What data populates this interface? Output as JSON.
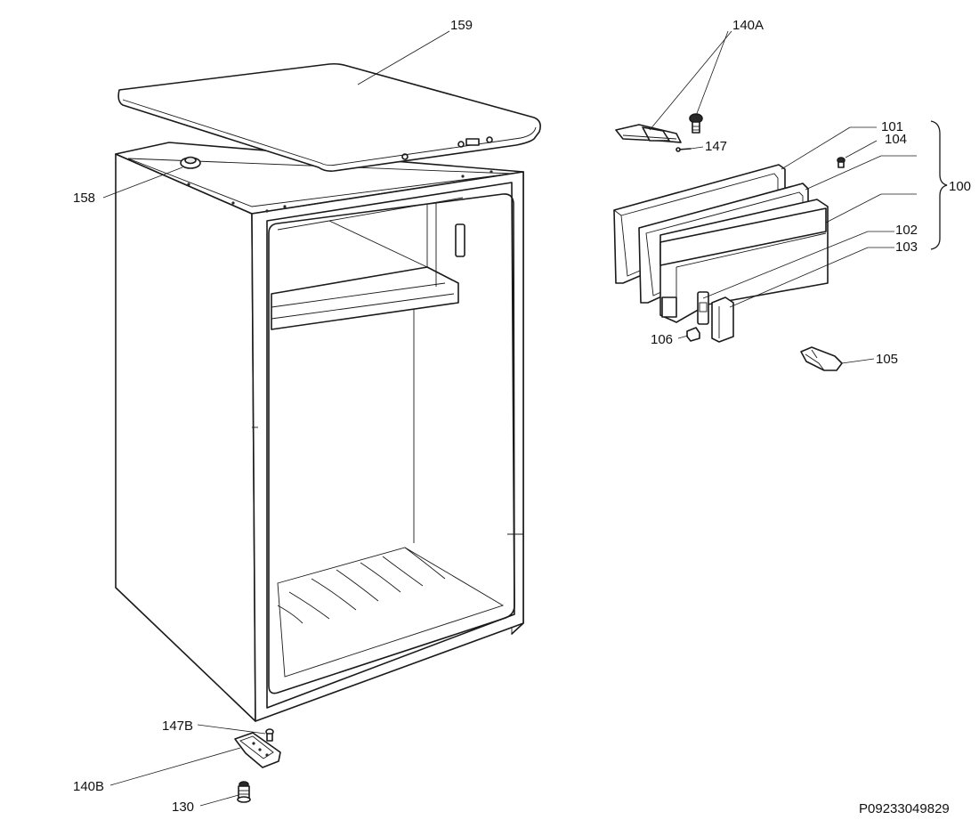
{
  "diagram": {
    "drawing_code": "P09233049829",
    "labels": {
      "l159": "159",
      "l158": "158",
      "l140A": "140A",
      "l147": "147",
      "l101": "101",
      "l104": "104",
      "l100": "100",
      "l102": "102",
      "l103": "103",
      "l106": "106",
      "l105": "105",
      "l147B": "147B",
      "l140B": "140B",
      "l130": "130"
    }
  }
}
